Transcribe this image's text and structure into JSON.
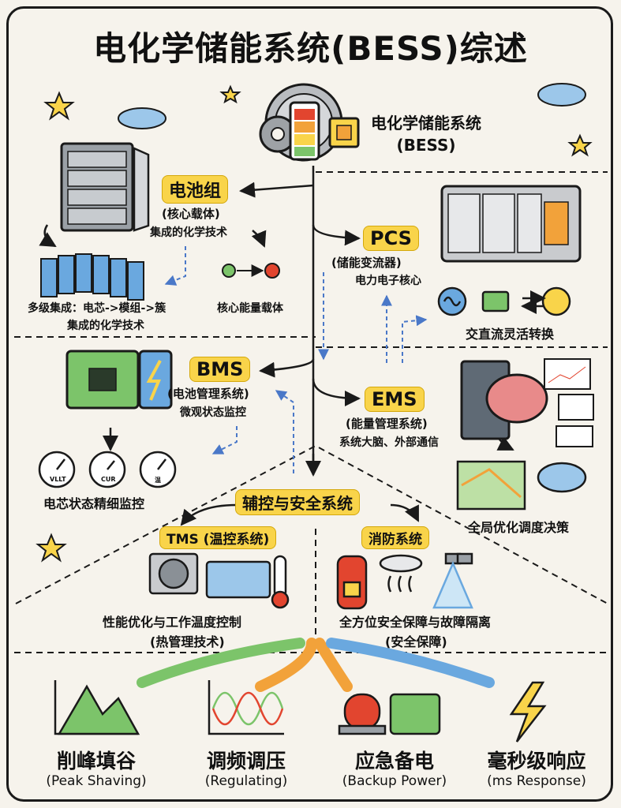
{
  "title": "电化学储能系统(BESS)综述",
  "hub": {
    "line1": "电化学储能系统",
    "line2": "(BESS)"
  },
  "battery": {
    "title": "电池组",
    "sub1": "(核心载体)",
    "sub2": "集成的化学技术",
    "desc1": "多级集成：电芯->模组->簇",
    "desc2": "集成的化学技术",
    "desc3": "核心能量载体"
  },
  "pcs": {
    "title": "PCS",
    "sub1": "(储能变流器)",
    "sub2": "电力电子核心",
    "desc": "交直流灵活转换"
  },
  "bms": {
    "title": "BMS",
    "sub1": "(电池管理系统)",
    "sub2": "微观状态监控",
    "desc": "电芯状态精细监控",
    "gauges": [
      "VLLT",
      "CUR",
      "温"
    ]
  },
  "ems": {
    "title": "EMS",
    "sub1": "(能量管理系统)",
    "sub2": "系统大脑、外部通信",
    "desc": "全局优化调度决策"
  },
  "aux": {
    "title": "辅控与安全系统"
  },
  "tms": {
    "title": "TMS (温控系统)",
    "desc1": "性能优化与工作温度控制",
    "desc2": "(热管理技术)"
  },
  "fire": {
    "title": "消防系统",
    "desc1": "全方位安全保障与故障隔离",
    "desc2": "(安全保障)"
  },
  "apps": [
    {
      "main": "削峰填谷",
      "sub": "(Peak Shaving)"
    },
    {
      "main": "调频调压",
      "sub": "(Regulating)"
    },
    {
      "main": "应急备电",
      "sub": "(Backup Power)"
    },
    {
      "main": "毫秒级响应",
      "sub": "(ms Response)"
    }
  ],
  "colors": {
    "accent": "#f9d44a",
    "battery_green": "#7cc46a",
    "battery_blue": "#6aa8df",
    "fire_red": "#e2452f",
    "orange": "#f2a23a",
    "line": "#1a1a1a"
  }
}
